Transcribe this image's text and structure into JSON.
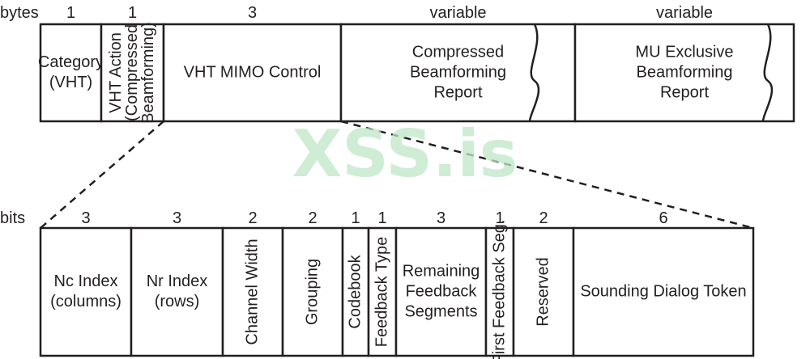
{
  "watermark": "XSS.is",
  "frame": {
    "unit_label": "bytes",
    "fields": [
      {
        "size": "1",
        "lines": [
          "Category",
          "(VHT)"
        ]
      },
      {
        "size": "1",
        "lines": [
          "VHT Action",
          "(Compressed",
          "Beamforming)"
        ],
        "vertical": true
      },
      {
        "size": "3",
        "lines": [
          "VHT MIMO Control"
        ]
      },
      {
        "size": "variable",
        "lines": [
          "Compressed",
          "Beamforming",
          "Report"
        ]
      },
      {
        "size": "variable",
        "lines": [
          "MU Exclusive",
          "Beamforming",
          "Report"
        ]
      }
    ]
  },
  "mimo_control": {
    "unit_label": "bits",
    "fields": [
      {
        "size": "3",
        "lines": [
          "Nc Index",
          "(columns)"
        ]
      },
      {
        "size": "3",
        "lines": [
          "Nr Index",
          "(rows)"
        ]
      },
      {
        "size": "2",
        "lines": [
          "Channel Width"
        ],
        "vertical": true
      },
      {
        "size": "2",
        "lines": [
          "Grouping"
        ],
        "vertical": true
      },
      {
        "size": "1",
        "lines": [
          "Codebook"
        ],
        "vertical": true
      },
      {
        "size": "1",
        "lines": [
          "Feedback Type"
        ],
        "vertical": true
      },
      {
        "size": "3",
        "lines": [
          "Remaining",
          "Feedback",
          "Segments"
        ]
      },
      {
        "size": "1",
        "lines": [
          "First Feedback Seg."
        ],
        "vertical": true
      },
      {
        "size": "2",
        "lines": [
          "Reserved"
        ],
        "vertical": true,
        "highlight": true
      },
      {
        "size": "6",
        "lines": [
          "Sounding Dialog Token"
        ]
      }
    ]
  },
  "colors": {
    "stroke": "#231f20",
    "highlight": "#b7d7ea",
    "watermark": "#bfe6c8"
  }
}
